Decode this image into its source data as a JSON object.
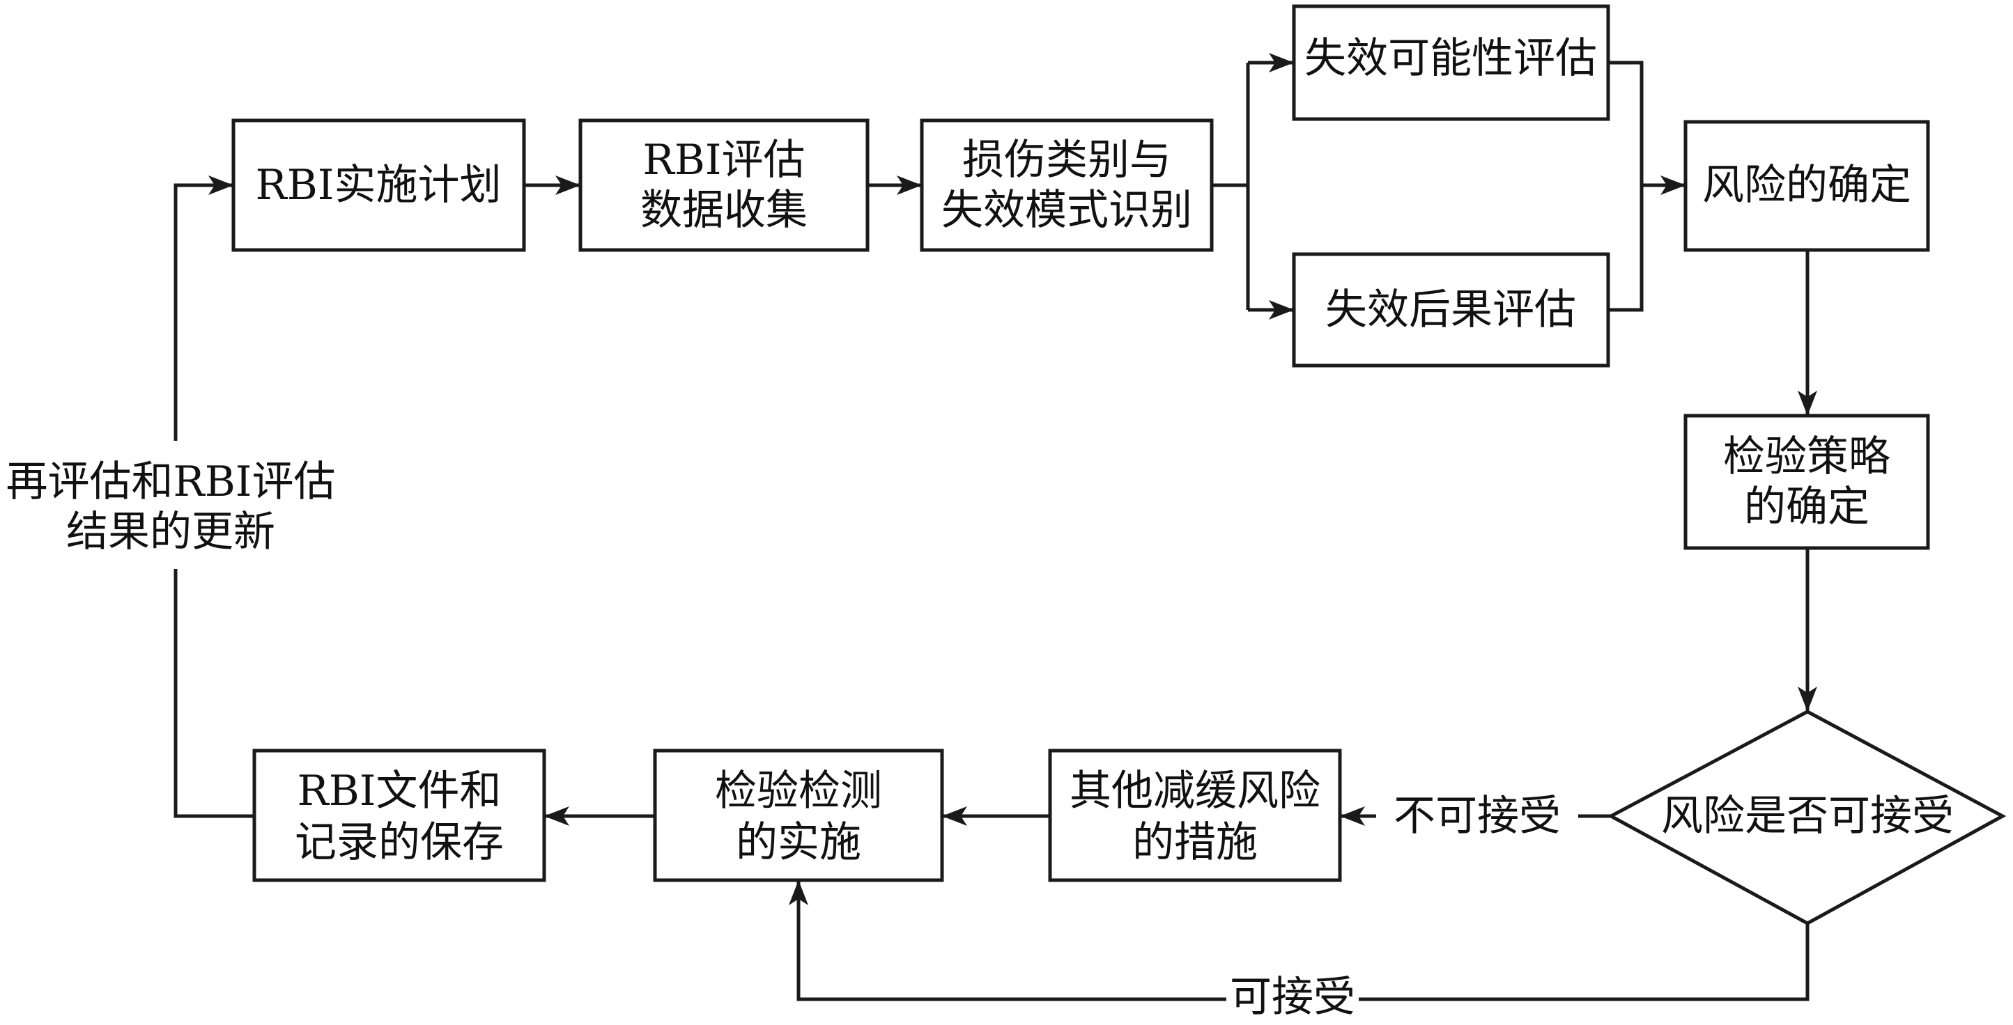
{
  "diagram": {
    "type": "flowchart",
    "nodes": {
      "plan": {
        "lines": [
          "RBI实施计划"
        ]
      },
      "data_collection": {
        "lines": [
          "RBI评估",
          "数据收集"
        ]
      },
      "damage_identification": {
        "lines": [
          "损伤类别与",
          "失效模式识别"
        ]
      },
      "likelihood": {
        "lines": [
          "失效可能性评估"
        ]
      },
      "consequence": {
        "lines": [
          "失效后果评估"
        ]
      },
      "risk_determination": {
        "lines": [
          "风险的确定"
        ]
      },
      "inspection_strategy": {
        "lines": [
          "检验策略",
          "的确定"
        ]
      },
      "risk_acceptable": {
        "lines": [
          "风险是否可接受"
        ]
      },
      "other_mitigation": {
        "lines": [
          "其他减缓风险",
          "的措施"
        ]
      },
      "inspection_execution": {
        "lines": [
          "检验检测",
          "的实施"
        ]
      },
      "records": {
        "lines": [
          "RBI文件和",
          "记录的保存"
        ]
      }
    },
    "edge_labels": {
      "not_acceptable": "不可接受",
      "acceptable": "可接受",
      "reassessment": [
        "再评估和RBI评估",
        "结果的更新"
      ]
    },
    "colors": {
      "stroke": "#1a1a1a",
      "text": "#111111",
      "background": "#ffffff"
    }
  }
}
